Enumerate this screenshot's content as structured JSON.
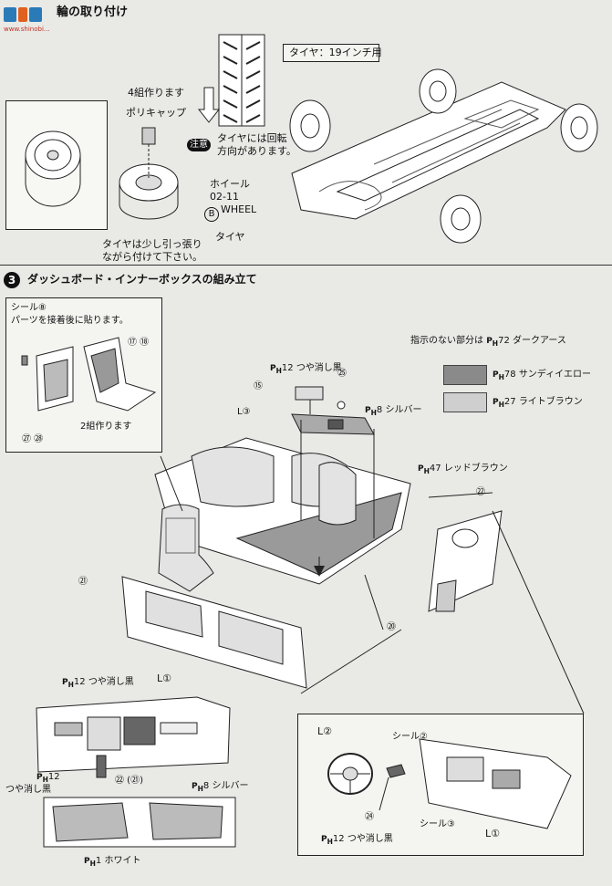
{
  "header": {
    "title": "輪の取り付け",
    "watermark_url": "www.shinobi..."
  },
  "tire_section": {
    "tire_label": "タイヤ：19インチ用",
    "make4": "4組作ります",
    "poly_cap": "ポリキャップ",
    "caution_badge": "注意",
    "caution_text_1": "タイヤには回転",
    "caution_text_2": "方向があります。",
    "wheel_label": "ホイール",
    "wheel_code": "02-11",
    "wheel_en": "WHEEL",
    "wheel_mark": "B",
    "tire_word": "タイヤ",
    "install_note_1": "タイヤは少し引っ張り",
    "install_note_2": "ながら付けて下さい。"
  },
  "step3": {
    "number": "3",
    "title": "ダッシュボード・インナーボックスの組み立て"
  },
  "seat_box": {
    "seal_label": "シール⑧",
    "seal_note": "パーツを接着後に貼ります。",
    "part_17_18": "⑰ ⑱",
    "make2": "2組作ります",
    "part_27_28": "㉗ ㉘"
  },
  "colors_legend": {
    "note": "指示のない部分は",
    "note_code": "72",
    "note_color": "ダークアース",
    "items": [
      {
        "code": "78",
        "name": "サンディイエロー",
        "hex": "#8a8a8a"
      },
      {
        "code": "27",
        "name": "ライトブラウン",
        "hex": "#cfcfcf"
      }
    ]
  },
  "parts": {
    "ph12_matte_black": "つや消し黒",
    "p15": "⑮",
    "p25": "㉕",
    "l3": "L③",
    "ph8_silver": "シルバー",
    "ph47_red_brown": "レッドブラウン",
    "p22": "㉒",
    "p21": "㉑",
    "p20": "⑳",
    "ph_code_12": "12",
    "ph_code_8": "8",
    "ph_code_47": "47"
  },
  "dash_detail": {
    "ph12_label": "つや消し黒",
    "l1": "L①",
    "ph12_left": "12",
    "matte_left": "つや消し黒",
    "p22_21": "㉒ (㉑)",
    "ph8": "8",
    "silver": "シルバー",
    "ph1": "1",
    "white": "ホワイト"
  },
  "steering_box": {
    "l2": "L②",
    "seal2": "シール②",
    "p24": "㉔",
    "seal3": "シール③",
    "ph12": "12",
    "matte": "つや消し黒",
    "l1": "L①"
  }
}
